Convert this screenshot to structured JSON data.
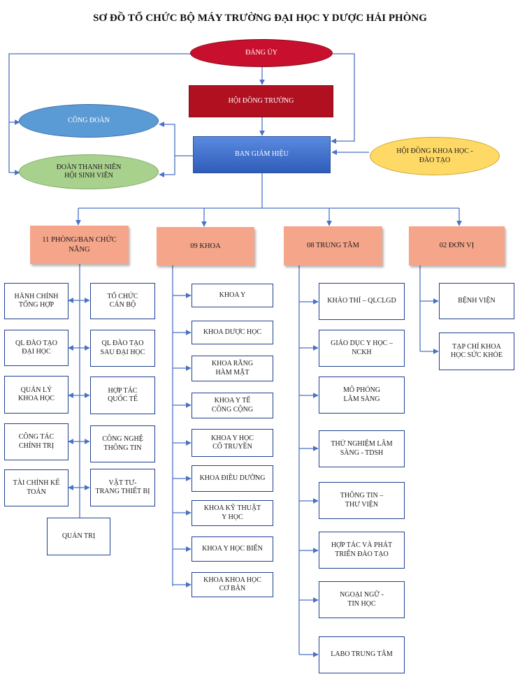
{
  "title": "SƠ ĐỒ TỔ CHỨC BỘ MÁY TRƯỜNG ĐẠI HỌC Y DƯỢC HẢI PHÒNG",
  "top": {
    "party": "ĐẢNG ỦY",
    "council": "HỘI ĐỒNG TRƯỜNG",
    "board": "BAN GIÁM HIỆU",
    "union": "CÔNG ĐOÀN",
    "youth": "ĐOÀN THANH NIÊN\nHỘI SINH VIÊN",
    "science": "HỘI ĐỒNG KHOA HỌC -\nĐÀO TẠO"
  },
  "groups": {
    "depts": "11 PHÒNG/BAN CHỨC\nNĂNG",
    "faculties": "09 KHOA",
    "centers": "08 TRUNG TÂM",
    "units": "02 ĐƠN VỊ"
  },
  "depts_left": [
    "HÀNH CHÍNH\nTỔNG HỢP",
    "QL ĐÀO TẠO\nĐẠI HỌC",
    "QUẢN LÝ\nKHOA HỌC",
    "CÔNG TÁC\nCHÍNH TRỊ",
    "TÀI CHÍNH KẾ\nTOÁN"
  ],
  "depts_right": [
    "TỔ CHỨC\nCÁN BỘ",
    "QL ĐÀO TẠO\nSAU ĐẠI HỌC",
    "HỢP TÁC\nQUỐC TẾ",
    "CÔNG NGHỆ\nTHÔNG TIN",
    "VẬT TƯ-\nTRANG THIẾT BỊ"
  ],
  "depts_extra": "QUẢN TRỊ",
  "faculties": [
    "KHOA Y",
    "KHOA DƯỢC HỌC",
    "KHOA RĂNG\nHÀM MẶT",
    "KHOA Y TẾ\nCÔNG CỘNG",
    "KHOA Y HỌC\nCỔ TRUYỀN",
    "KHOA ĐIỀU DƯỠNG",
    "KHOA KỸ THUẬT\nY HỌC",
    "KHOA Y HỌC BIỂN",
    "KHOA KHOA HỌC\nCƠ BẢN"
  ],
  "centers": [
    "KHẢO THÍ – QLCLGD",
    "GIÁO DỤC Y HỌC –\nNCKH",
    "MÔ PHỎNG\nLÂM SÀNG",
    "THỬ NGHIỆM LÂM\nSÀNG - TDSH",
    "THÔNG TIN –\nTHƯ VIỆN",
    "HỢP TÁC VÀ PHÁT\nTRIỂN ĐÀO TẠO",
    "NGOẠI NGỮ -\nTIN HỌC",
    "LABO TRUNG TÂM"
  ],
  "units": [
    "BỆNH VIỆN",
    "TẠP CHÍ KHOA\nHỌC SỨC KHỎE"
  ],
  "colors": {
    "party": "#c8102e",
    "council": "#b01020",
    "board": "#3f6fcc",
    "union": "#5b9bd5",
    "youth": "#a9d18e",
    "science": "#ffd966",
    "header": "#f4a58a",
    "line": "#4a72c4",
    "border": "#1f3f8f"
  }
}
